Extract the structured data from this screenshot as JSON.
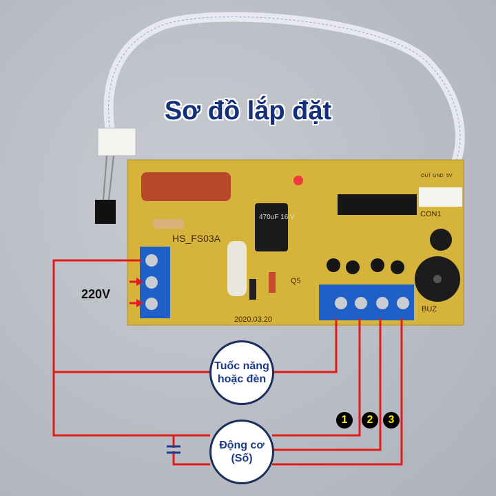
{
  "title": "Sơ đồ lắp đặt",
  "voltage_label": "220V",
  "speed_or_light_label": "Tuốc năng hoặc đèn",
  "motor_label": "Động cơ (Số)",
  "speed_numbers": [
    "1",
    "2",
    "3"
  ],
  "board": {
    "model": "HS_FS03A",
    "date": "2020.03.20",
    "capacitor": "470uF 16 V",
    "connector": "CON1",
    "connector_pins": [
      "OUT",
      "GND",
      "5V"
    ],
    "buzzer": "BUZ",
    "transistor": "Q5"
  },
  "colors": {
    "wire": "#e11a1a",
    "terminal": "#1f5fc8",
    "pcb": "#d6b43c",
    "title": "#14307a"
  }
}
